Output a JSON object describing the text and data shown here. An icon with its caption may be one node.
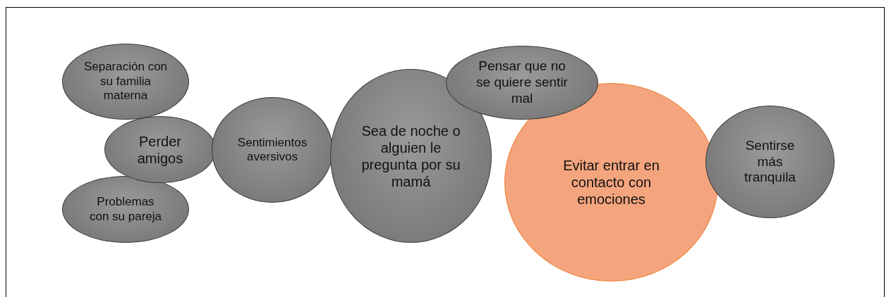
{
  "diagram": {
    "nodes": [
      {
        "text": [
          "Separación con su familia materna"
        ]
      },
      {
        "text": [
          "Perder amigos"
        ]
      },
      {
        "text": [
          "Problemas con su pareja"
        ]
      },
      {
        "text": [
          "Sentimientos aversivos"
        ]
      },
      {
        "text": [
          "Sea de noche o alguien le pregunta por su mamá"
        ]
      },
      {
        "text": [
          "Pensar que no se quiere sentir mal"
        ]
      },
      {
        "text": [
          "Evitar entrar en contacto con emociones"
        ]
      },
      {
        "text": [
          "Sentirse más tranquila"
        ]
      }
    ],
    "edges": []
  }
}
